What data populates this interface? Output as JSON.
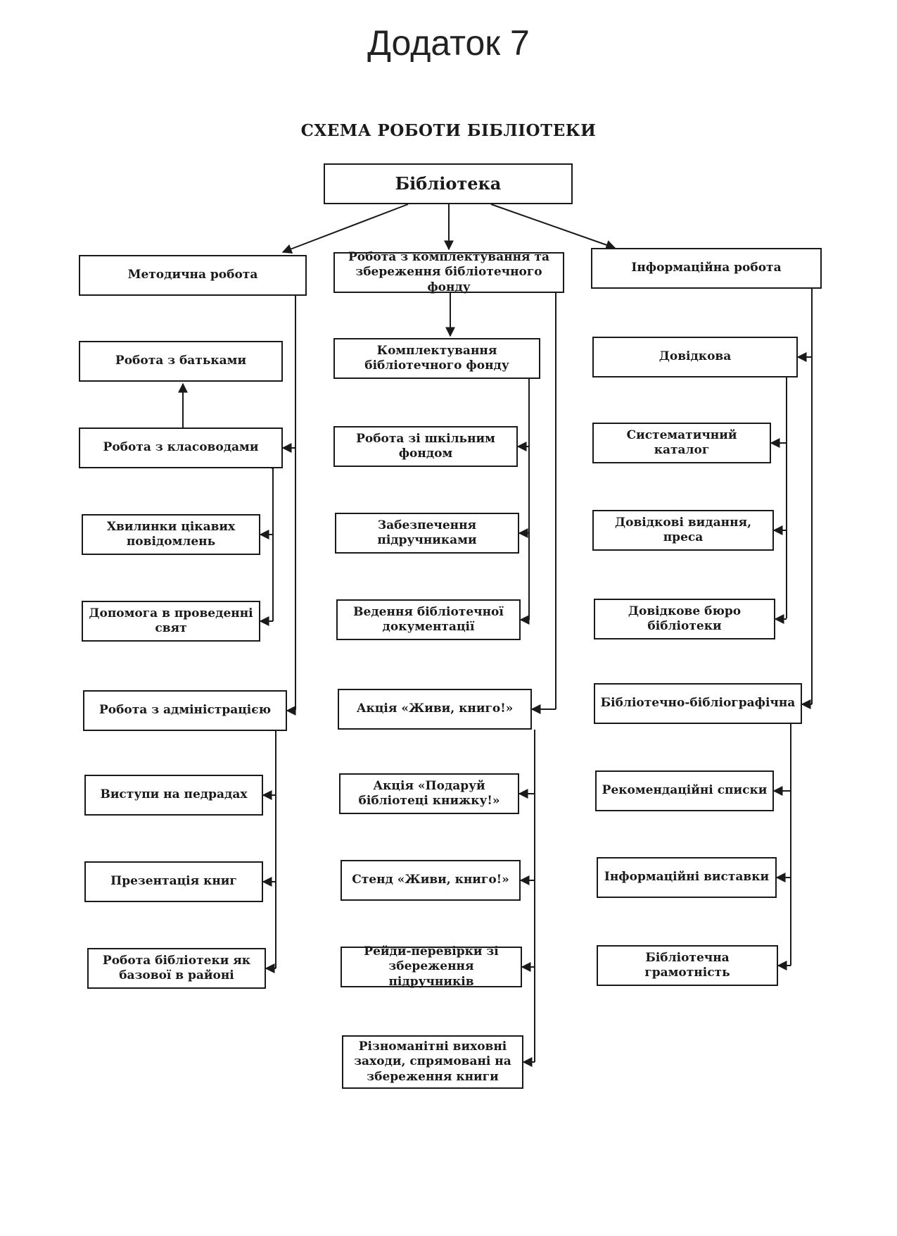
{
  "page_title": "Додаток 7",
  "scheme_title": "СХЕМА РОБОТИ БІБЛІОТЕКИ",
  "root": "Бібліотека",
  "columns": [
    {
      "title": "Методична робота",
      "groups": [
        {
          "head": "Робота з класоводами",
          "parent_item": "Робота з батьками",
          "items": [
            "Хвилинки цікавих повідомлень",
            "Допомога в проведенні свят"
          ]
        },
        {
          "head": "Робота з адміністрацією",
          "items": [
            "Виступи на педрадах",
            "Презентація книг",
            "Робота бібліотеки як базової в районі"
          ]
        }
      ]
    },
    {
      "title": "Робота з комплектування та збереження бібліотечного фонду",
      "groups": [
        {
          "head": "Комплектування бібліотечного фонду",
          "items": [
            "Робота зі шкільним фондом",
            "Забезпечення підручниками",
            "Ведення бібліотечної документації"
          ]
        },
        {
          "head": "Акція «Живи, книго!»",
          "items": [
            "Акція «Подаруй бібліотеці книжку!»",
            "Стенд «Живи, книго!»",
            "Рейди-перевірки зі збереження підручників",
            "Різноманітні виховні заходи, спрямовані на збереження книги"
          ]
        }
      ]
    },
    {
      "title": "Інформаційна робота",
      "groups": [
        {
          "head": "Довідкова",
          "items": [
            "Систематичний каталог",
            "Довідкові видання, преса",
            "Довідкове бюро бібліотеки"
          ]
        },
        {
          "head": "Бібліотечно-бібліографічна",
          "items": [
            "Рекомендаційні списки",
            "Інформаційні виставки",
            "Бібліотечна грамотність"
          ]
        }
      ]
    }
  ]
}
